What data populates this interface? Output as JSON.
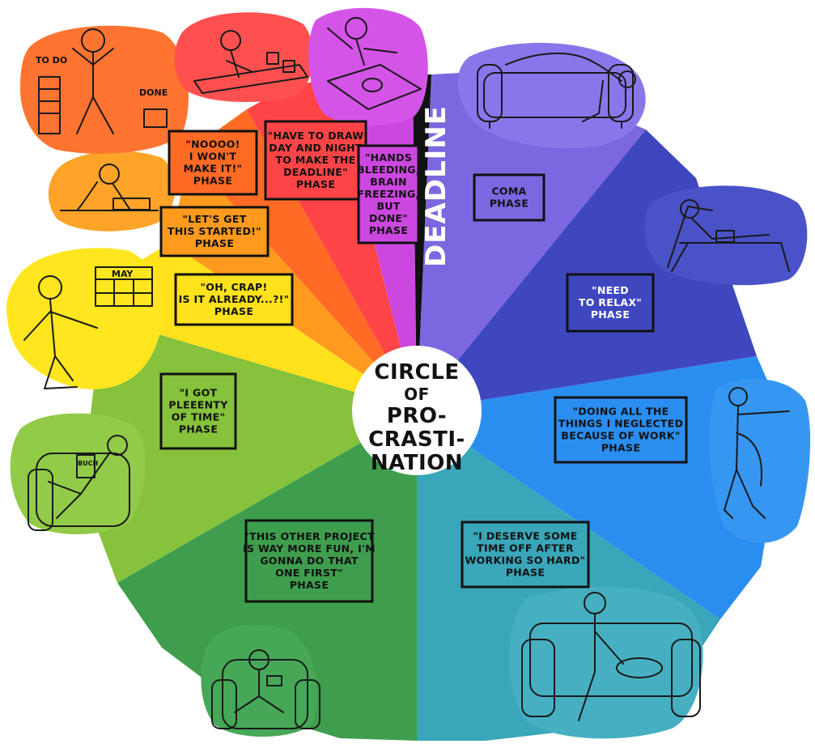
{
  "center": {
    "lines": [
      "CIRCLE",
      "OF",
      "PRO-",
      "CRASTI-",
      "NATION"
    ]
  },
  "deadline_label": "DEADLINE",
  "doodle_texts": {
    "todo": "TO DO",
    "done": "DONE",
    "calendar_month": "MAY",
    "book": "BUCH"
  },
  "phases": [
    {
      "id": "coma",
      "color": "#7b68e0",
      "lines": [
        "COMA",
        "PHASE"
      ]
    },
    {
      "id": "relax",
      "color": "#3f47bf",
      "lines": [
        "\"NEED",
        "TO RELAX\"",
        "PHASE"
      ]
    },
    {
      "id": "neglected",
      "color": "#2a8ef0",
      "lines": [
        "\"DOING ALL THE",
        "THINGS I NEGLECTED",
        "BECAUSE OF WORK\"",
        "PHASE"
      ]
    },
    {
      "id": "deserve",
      "color": "#3aa6b9",
      "lines": [
        "\"I DESERVE SOME",
        "TIME OFF AFTER",
        "WORKING SO HARD\"",
        "PHASE"
      ]
    },
    {
      "id": "other",
      "color": "#3e9e4e",
      "lines": [
        "\"THIS OTHER PROJECT",
        "IS WAY MORE FUN, I'M",
        "GONNA DO THAT",
        "ONE FIRST\"",
        "PHASE"
      ]
    },
    {
      "id": "plenty",
      "color": "#86c23c",
      "lines": [
        "\"I GOT",
        "PLEEENTY",
        "OF TIME\"",
        "PHASE"
      ]
    },
    {
      "id": "crap",
      "color": "#ffe11c",
      "lines": [
        "\"OH, CRAP!",
        "IS IT ALREADY...?!\"",
        "PHASE"
      ]
    },
    {
      "id": "started",
      "color": "#ff9a1f",
      "lines": [
        "\"LET'S GET",
        "THIS STARTED!\"",
        "PHASE"
      ]
    },
    {
      "id": "noooo",
      "color": "#ff6a25",
      "lines": [
        "\"NOOOO!",
        "I WON'T",
        "MAKE IT!\"",
        "PHASE"
      ]
    },
    {
      "id": "draw",
      "color": "#ff4448",
      "lines": [
        "\"HAVE TO DRAW",
        "DAY AND NIGHT",
        "TO MAKE THE",
        "DEADLINE\"",
        "PHASE"
      ]
    },
    {
      "id": "hands",
      "color": "#cc47e0",
      "lines": [
        "\"HANDS",
        "BLEEDING,",
        "BRAIN",
        "FREEZING,",
        "BUT",
        "DONE\"",
        "PHASE"
      ]
    }
  ]
}
